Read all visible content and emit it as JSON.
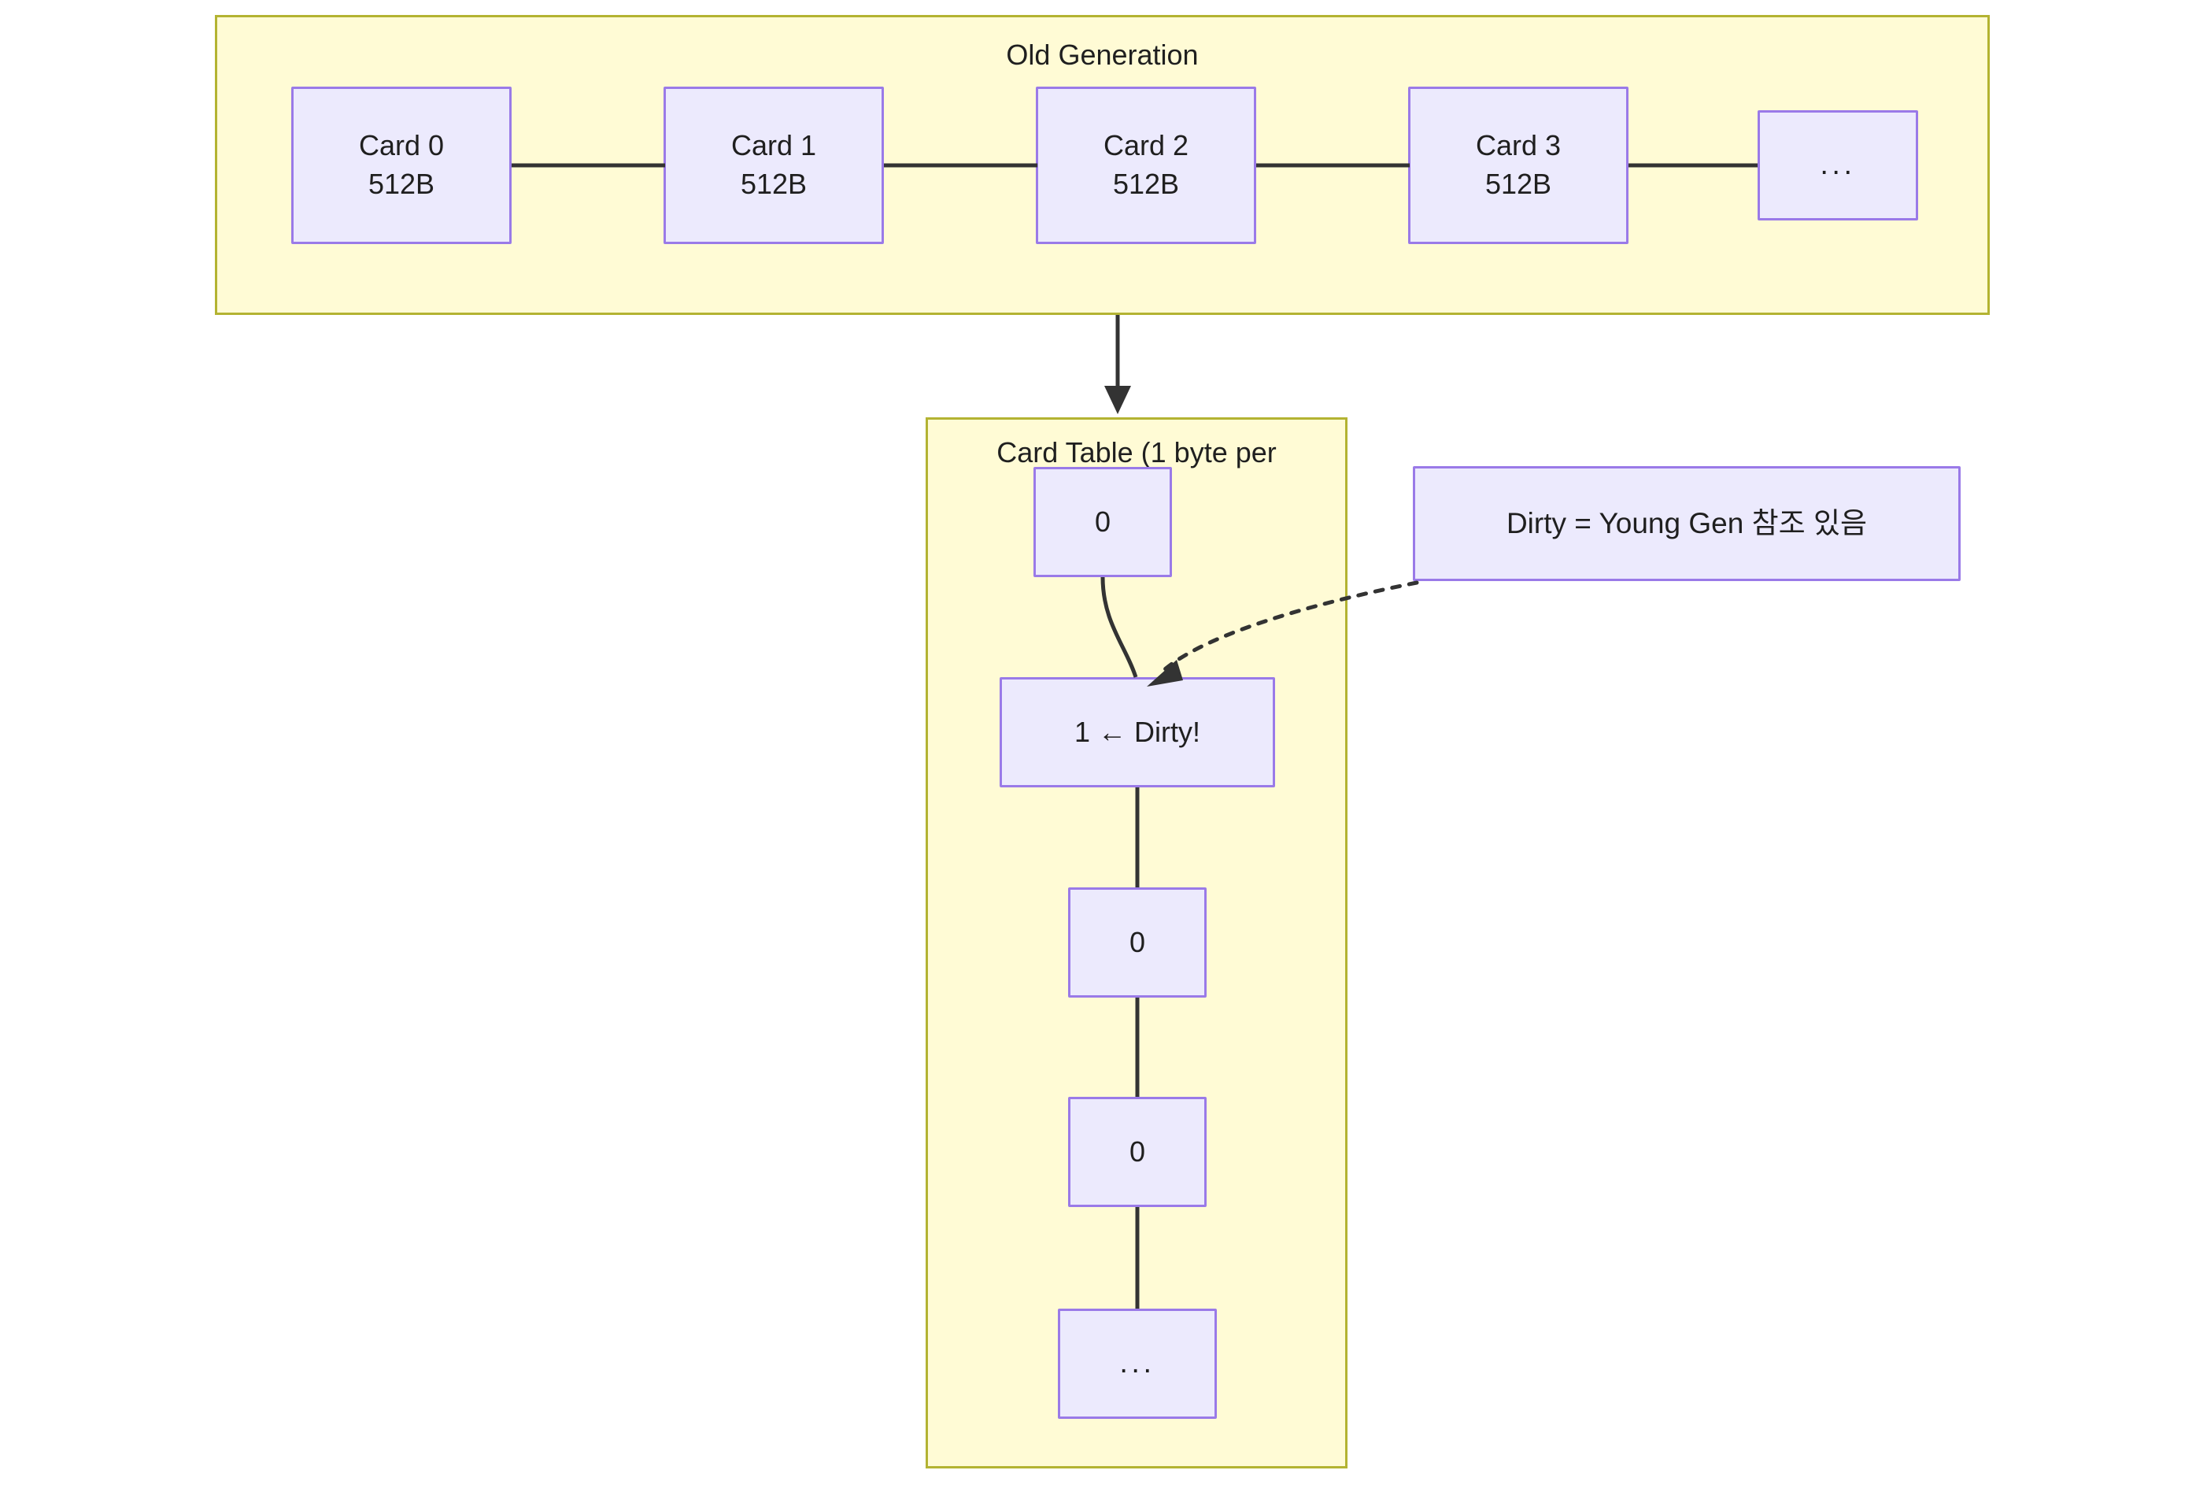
{
  "diagram": {
    "title_bar": null,
    "background": "#ffffff",
    "colors": {
      "subgraph_fill": "#fffbd5",
      "subgraph_border": "#b3b332",
      "node_fill": "#eceafd",
      "node_border": "#9a7ae8",
      "edge": "#333333",
      "text": "#1f1f1f"
    }
  },
  "old_generation": {
    "title": "Old Generation",
    "cards": [
      {
        "label": "Card 0",
        "size": "512B"
      },
      {
        "label": "Card 1",
        "size": "512B"
      },
      {
        "label": "Card 2",
        "size": "512B"
      },
      {
        "label": "Card 3",
        "size": "512B"
      },
      {
        "label": "...",
        "size": ""
      }
    ]
  },
  "card_table": {
    "title": "Card Table (1 byte per",
    "entries": [
      {
        "value": "0"
      },
      {
        "value": "1 ← Dirty!"
      },
      {
        "value": "0"
      },
      {
        "value": "0"
      },
      {
        "value": "..."
      }
    ]
  },
  "note": {
    "text": "Dirty = Young Gen 참조 있음"
  },
  "edges": {
    "old_gen_to_card_table": "solid-arrow-down",
    "byte0_to_dirty": "solid",
    "note_to_dirty": "dotted-arrow",
    "dirty_to_byte1": "solid",
    "byte1_to_byte2": "solid",
    "byte2_to_more": "solid",
    "card0_card1": "solid",
    "card1_card2": "solid",
    "card2_card3": "solid",
    "card3_more": "solid"
  }
}
